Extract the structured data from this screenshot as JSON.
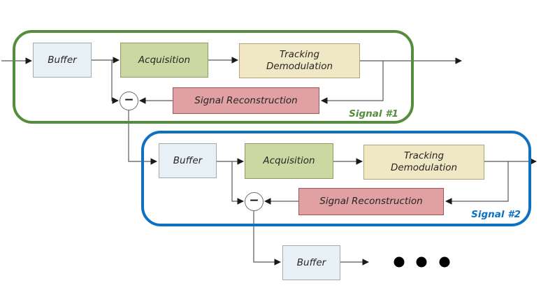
{
  "diagram": {
    "stages": [
      {
        "name": "Signal #1",
        "accent_color": "#548d3c",
        "buffer_label": "Buffer",
        "acquisition_label": "Acquisition",
        "tracking_label": "Tracking Demodulation",
        "reconstruction_label": "Signal Reconstruction",
        "subtract_symbol": "−"
      },
      {
        "name": "Signal #2",
        "accent_color": "#0d70c3",
        "buffer_label": "Buffer",
        "acquisition_label": "Acquisition",
        "tracking_label": "Tracking Demodulation",
        "reconstruction_label": "Signal Reconstruction",
        "subtract_symbol": "−"
      }
    ],
    "final_buffer_label": "Buffer",
    "icons": {
      "subtract": "minus-icon",
      "ellipsis": "ellipsis-dots-icon"
    },
    "colors": {
      "buffer_fill": "#e7f0f5",
      "buffer_border": "#a0aaaf",
      "acquisition_fill": "#cbd8a2",
      "acquisition_border": "#8c9b5f",
      "tracking_fill": "#f0e7c5",
      "tracking_border": "#b3a478",
      "reconstruction_fill": "#e1a0a2",
      "reconstruction_border": "#a05555",
      "stage1_border": "#548d3c",
      "stage2_border": "#0d70c3",
      "connector": "#595959",
      "arrowhead": "#1a1a1a",
      "dots": "#000000"
    }
  }
}
